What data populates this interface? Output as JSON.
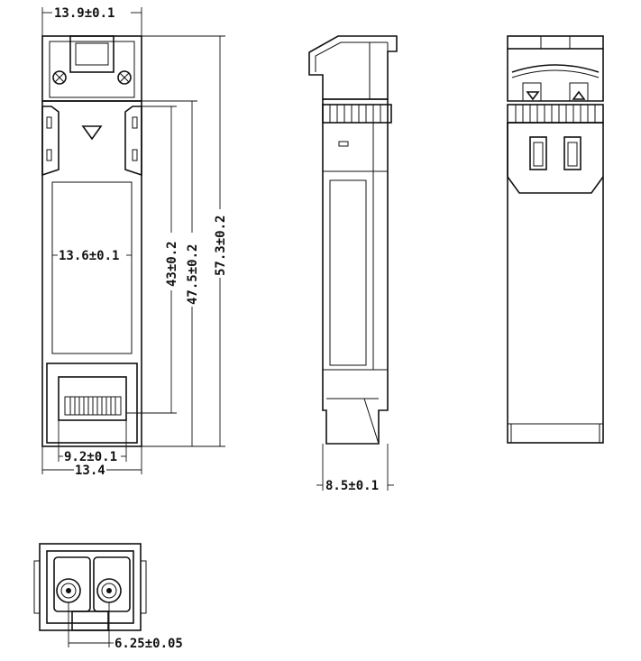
{
  "dimensions": {
    "top_width": "13.9±0.1",
    "body_width": "13.6±0.1",
    "len_43": "43±0.2",
    "len_47_5": "47.5±0.2",
    "len_57_3": "57.3±0.2",
    "port_width": "9.2±0.1",
    "bottom_width": "13.4",
    "side_thickness": "8.5±0.1",
    "pitch": "6.25±0.05"
  }
}
